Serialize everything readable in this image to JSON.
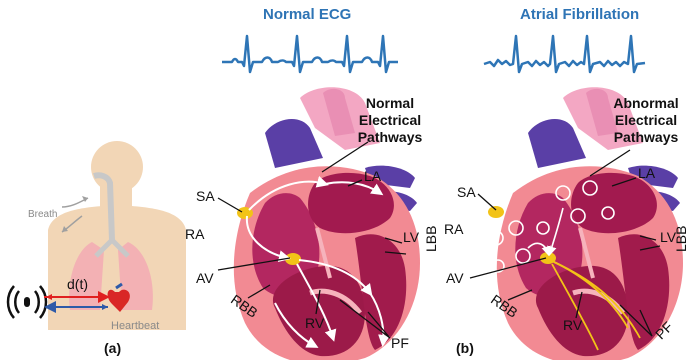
{
  "panel_a": {
    "label": "(a)",
    "breath": "Breath",
    "distance": "d(t)",
    "heartbeat": "Heartbeat"
  },
  "panel_b": {
    "label": "(b)"
  },
  "ecg_normal": {
    "title": "Normal ECG"
  },
  "ecg_afib": {
    "title": "Atrial Fibrillation"
  },
  "heart_normal": {
    "pathways": [
      "Normal",
      "Electrical",
      "Pathways"
    ],
    "labels": {
      "sa": "SA",
      "ra": "RA",
      "av": "AV",
      "rbb": "RBB",
      "rv": "RV",
      "pf": "PF",
      "lbb": "LBB",
      "lv": "LV",
      "la": "LA"
    }
  },
  "heart_afib": {
    "pathways": [
      "Abnormal",
      "Electrical",
      "Pathways"
    ],
    "labels": {
      "sa": "SA",
      "ra": "RA",
      "av": "AV",
      "rbb": "RBB",
      "rv": "RV",
      "pf": "PF",
      "lbb": "LBB",
      "lv": "LV",
      "la": "LA"
    }
  },
  "colors": {
    "ecg": "#2e75b6",
    "title": "#2e74b5",
    "heart_outer": "#f28a93",
    "myocardium": "#a21a4f",
    "vessel_blue": "#5a3fa6",
    "vessel_pink": "#f3a7c3",
    "node": "#f2c318"
  }
}
